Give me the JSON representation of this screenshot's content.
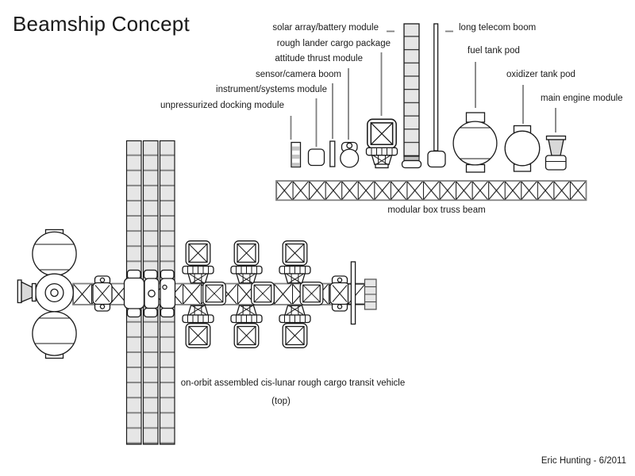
{
  "title": "Beamship Concept",
  "credit": "Eric Hunting - 6/2011",
  "parts_list": {
    "solar_array": "solar array/battery module",
    "rough_lander": "rough lander cargo package",
    "attitude_thrust": "attitude thrust module",
    "sensor_camera": "sensor/camera boom",
    "instrument_systems": "instrument/systems module",
    "unpressurized_docking": "unpressurized docking module",
    "long_telecom": "long telecom boom",
    "fuel_tank": "fuel tank pod",
    "oxidizer_tank": "oxidizer tank pod",
    "main_engine": "main engine module",
    "truss_beam": "modular box truss beam"
  },
  "vehicle": {
    "caption": "on-orbit assembled cis-lunar rough cargo transit vehicle",
    "view_label": "(top)"
  },
  "colors": {
    "ink": "#1a1a1a",
    "leader_gray": "#808080",
    "panel_gray": "#e6e6e6",
    "nozzle_gray": "#d8d8d8",
    "background": "#ffffff"
  }
}
